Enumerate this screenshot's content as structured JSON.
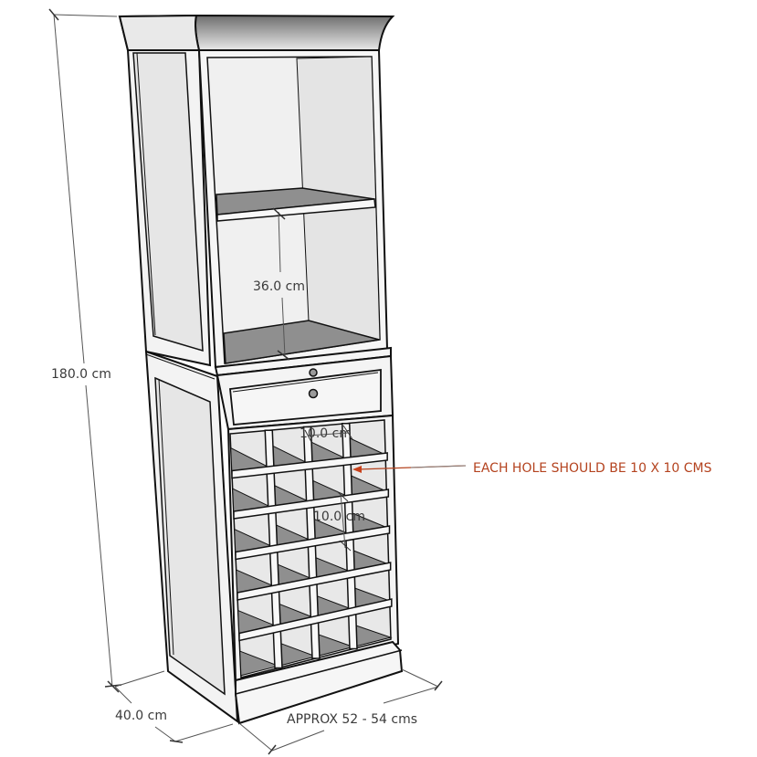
{
  "drawing": {
    "subject": "Wine cabinet with open shelves, drawer and wine rack",
    "colors": {
      "background": "#ffffff",
      "outline": "#111111",
      "face_light": "#f4f4f4",
      "panel": "#e6e6e6",
      "shelf_dark": "#8f8f8f",
      "dimension_line": "#555555",
      "dimension_text": "#3a3a3a",
      "annotation": "#b4431f"
    },
    "rack": {
      "columns": 4,
      "rows": 6
    }
  },
  "dimensions": {
    "height": "180.0 cm",
    "depth": "40.0 cm",
    "width": "APPROX 52 - 54 cms",
    "shelf_gap": "36.0 cm",
    "hole_width": "10.0 cm",
    "hole_height": "10.0 cm"
  },
  "annotations": {
    "hole_note": "EACH HOLE SHOULD BE 10 X 10 CMS"
  }
}
